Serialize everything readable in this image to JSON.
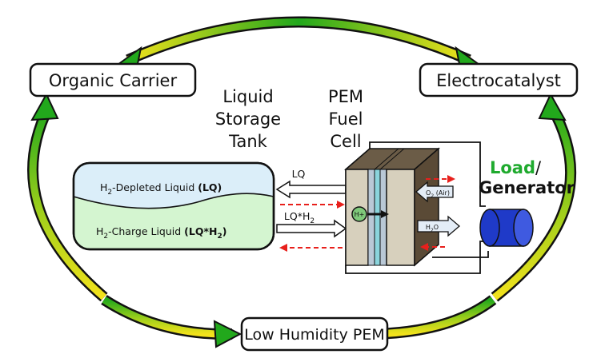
{
  "labels": {
    "organic_carrier": "Organic Carrier",
    "electrocatalyst": "Electrocatalyst",
    "low_humidity_pem": "Low Humidity PEM",
    "tank_title": [
      "Liquid",
      "Storage",
      "Tank"
    ],
    "cell_title": [
      "PEM",
      "Fuel",
      "Cell"
    ],
    "load": "Load",
    "slash": "/",
    "generator": "Generator",
    "lq": "LQ",
    "lq_h2_prefix": "LQ*H",
    "lq_h2_sub": "2",
    "depleted_prefix": "H",
    "depleted_sub": "2",
    "depleted_text": "-Depleted Liquid ",
    "depleted_bold": "(LQ)",
    "charge_prefix": "H",
    "charge_sub": "2",
    "charge_text": "-Charge Liquid ",
    "charge_bold": "(LQ*H",
    "charge_bold_sub": "2",
    "charge_bold_end": ")",
    "o2_prefix": "O",
    "o2_sub": "2",
    "o2_air": " (Air)",
    "h2o_prefix": "H",
    "h2o_sub": "2",
    "h2o_end": "O",
    "h_plus": "H+"
  },
  "colors": {
    "load_green": "#1faa2e",
    "generator_red": "#e8201c",
    "depleted_fill": "#dbeef9",
    "charged_fill": "#d4f5d0",
    "motor_blue": "#1f3ac8",
    "arrow_yellow": "#f2e21c",
    "arrow_green": "#22a81c"
  }
}
